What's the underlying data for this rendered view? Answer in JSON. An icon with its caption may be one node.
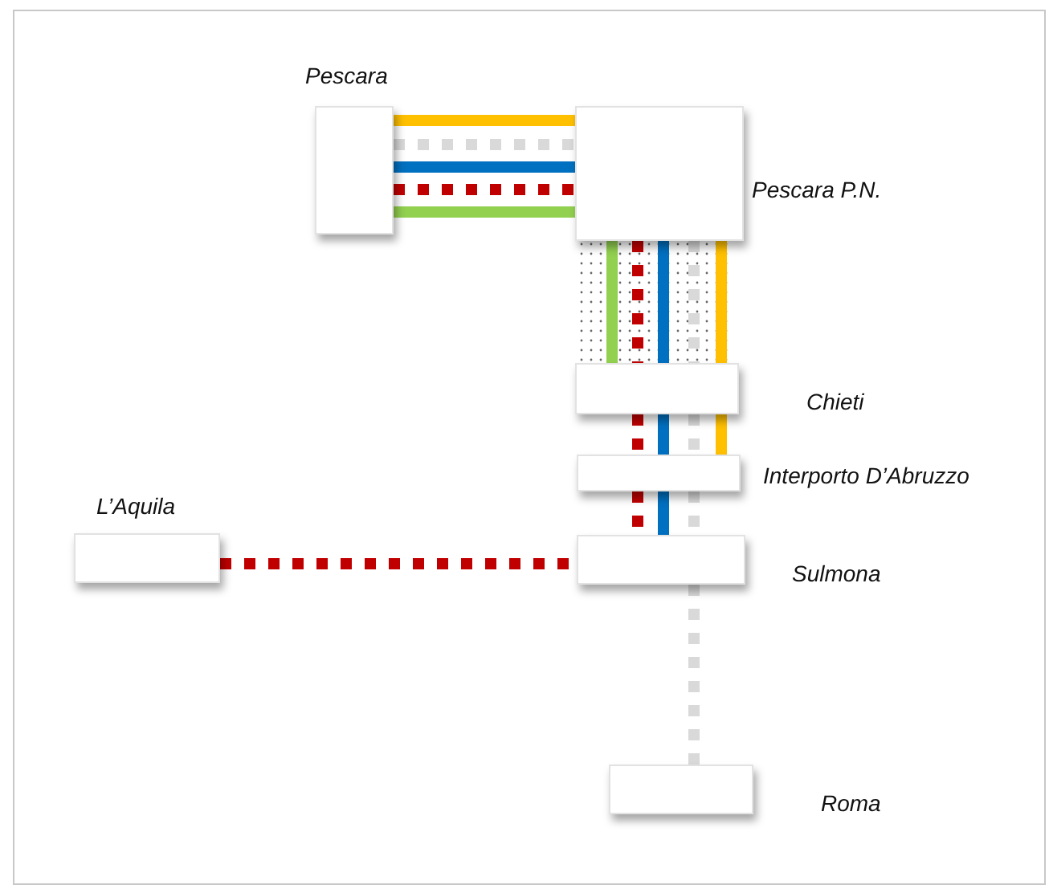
{
  "diagram": {
    "nodes": [
      {
        "text": [
          "Pescara"
        ]
      },
      {
        "text": [
          "Pescara P.N."
        ]
      },
      {
        "text": [
          "Chieti"
        ]
      },
      {
        "text": [
          "Interporto D’Abruzzo"
        ]
      },
      {
        "text": [
          "Sulmona"
        ]
      },
      {
        "text": [
          "L’Aquila"
        ]
      },
      {
        "text": [
          "Roma"
        ]
      }
    ],
    "edges": [
      {
        "from": 0,
        "to": 1,
        "arrow": "none",
        "color": "#ffc000"
      },
      {
        "from": 0,
        "to": 1,
        "arrow": "none",
        "style": "dashed",
        "color": "#d9d9d9"
      },
      {
        "from": 0,
        "to": 1,
        "arrow": "none",
        "color": "#0070c0"
      },
      {
        "from": 0,
        "to": 1,
        "arrow": "none",
        "style": "dashed",
        "color": "#c00000"
      },
      {
        "from": 0,
        "to": 1,
        "arrow": "none",
        "color": "#92d050"
      },
      {
        "from": 1,
        "to": 2,
        "arrow": "none",
        "color": "#92d050"
      },
      {
        "from": 1,
        "to": 2,
        "arrow": "none",
        "style": "dashed",
        "color": "#c00000"
      },
      {
        "from": 1,
        "to": 2,
        "arrow": "none",
        "color": "#0070c0"
      },
      {
        "from": 1,
        "to": 2,
        "arrow": "none",
        "style": "dashed",
        "color": "#d9d9d9"
      },
      {
        "from": 1,
        "to": 2,
        "arrow": "none",
        "color": "#ffc000"
      },
      {
        "from": 2,
        "to": 3,
        "arrow": "none",
        "style": "dashed",
        "color": "#c00000"
      },
      {
        "from": 2,
        "to": 3,
        "arrow": "none",
        "color": "#0070c0"
      },
      {
        "from": 2,
        "to": 3,
        "arrow": "none",
        "style": "dashed",
        "color": "#d9d9d9"
      },
      {
        "from": 2,
        "to": 3,
        "arrow": "none",
        "color": "#ffc000"
      },
      {
        "from": 3,
        "to": 4,
        "arrow": "none",
        "style": "dashed",
        "color": "#c00000"
      },
      {
        "from": 3,
        "to": 4,
        "arrow": "none",
        "color": "#0070c0"
      },
      {
        "from": 3,
        "to": 4,
        "arrow": "none",
        "style": "dashed",
        "color": "#d9d9d9"
      },
      {
        "from": 5,
        "to": 4,
        "arrow": "none",
        "style": "dashed",
        "color": "#c00000"
      },
      {
        "from": 4,
        "to": 6,
        "arrow": "none",
        "style": "dashed",
        "color": "#d9d9d9"
      }
    ]
  }
}
